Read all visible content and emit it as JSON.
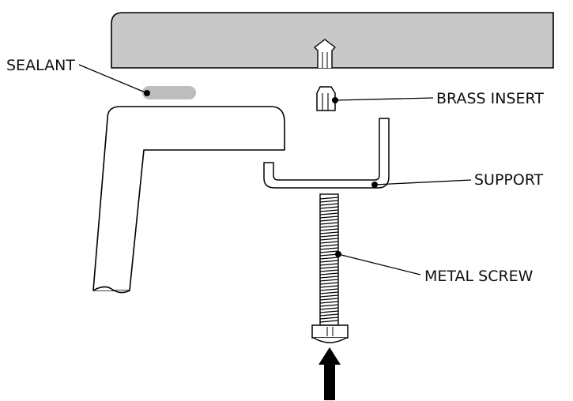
{
  "labels": {
    "sealant": "SEALANT",
    "brass_insert": "BRASS INSERT",
    "support": "SUPPORT",
    "metal_screw": "METAL SCREW"
  },
  "colors": {
    "countertop": "#c8c8c8",
    "sealant": "#bdbdbd",
    "line": "#000000"
  }
}
